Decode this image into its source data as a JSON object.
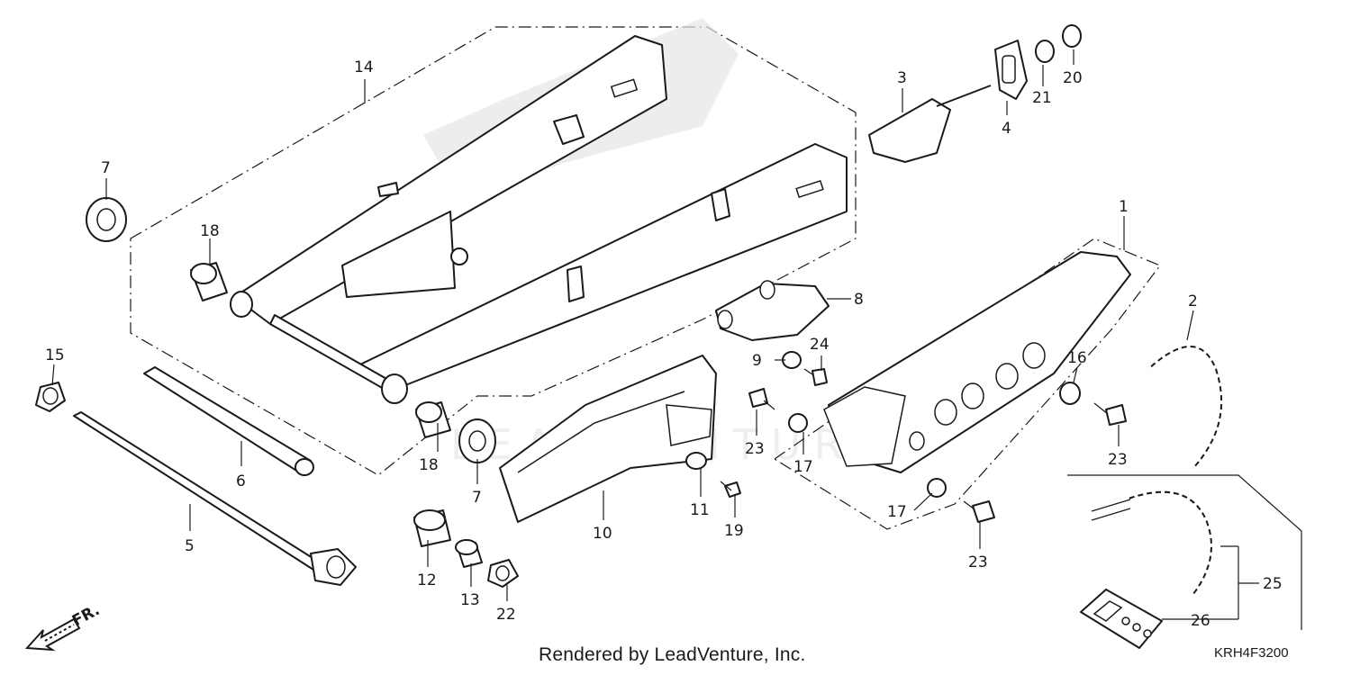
{
  "footer": {
    "rendered_by": "Rendered by LeadVenture, Inc."
  },
  "diagram_code": "KRH4F3200",
  "direction": {
    "label": "FR.",
    "icon": "front-arrow-icon"
  },
  "watermark": "LEADVENTURE",
  "callouts": [
    {
      "id": "c14",
      "number": "14"
    },
    {
      "id": "c7a",
      "number": "7"
    },
    {
      "id": "c18a",
      "number": "18"
    },
    {
      "id": "c15",
      "number": "15"
    },
    {
      "id": "c6",
      "number": "6"
    },
    {
      "id": "c5",
      "number": "5"
    },
    {
      "id": "c18b",
      "number": "18"
    },
    {
      "id": "c7b",
      "number": "7"
    },
    {
      "id": "c12",
      "number": "12"
    },
    {
      "id": "c13",
      "number": "13"
    },
    {
      "id": "c22",
      "number": "22"
    },
    {
      "id": "c10",
      "number": "10"
    },
    {
      "id": "c11",
      "number": "11"
    },
    {
      "id": "c19",
      "number": "19"
    },
    {
      "id": "c9",
      "number": "9"
    },
    {
      "id": "c24",
      "number": "24"
    },
    {
      "id": "c8",
      "number": "8"
    },
    {
      "id": "c23a",
      "number": "23"
    },
    {
      "id": "c3",
      "number": "3"
    },
    {
      "id": "c4",
      "number": "4"
    },
    {
      "id": "c21",
      "number": "21"
    },
    {
      "id": "c20",
      "number": "20"
    },
    {
      "id": "c1",
      "number": "1"
    },
    {
      "id": "c17a",
      "number": "17"
    },
    {
      "id": "c17b",
      "number": "17"
    },
    {
      "id": "c23b",
      "number": "23"
    },
    {
      "id": "c16",
      "number": "16"
    },
    {
      "id": "c23c",
      "number": "23"
    },
    {
      "id": "c2",
      "number": "2"
    },
    {
      "id": "c25",
      "number": "25"
    },
    {
      "id": "c26",
      "number": "26"
    }
  ]
}
